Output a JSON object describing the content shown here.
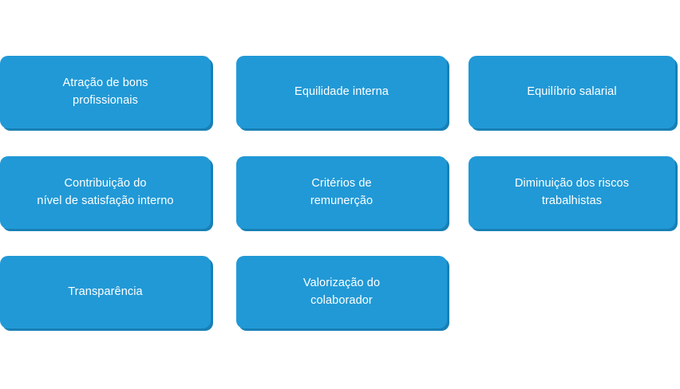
{
  "diagram": {
    "type": "grid-of-boxes",
    "columns": 3,
    "rows": 3,
    "colors": {
      "box_fill": "#2199d6",
      "box_shadow": "#1880b5",
      "text": "#ffffff",
      "background": "#ffffff"
    },
    "boxes": [
      {
        "id": "atracao-de-bons-profissionais",
        "row": 1,
        "col": 1,
        "label": "Atração de bons\nprofissionais"
      },
      {
        "id": "equilidade-interna",
        "row": 1,
        "col": 2,
        "label": "Equilidade interna"
      },
      {
        "id": "equilibrio-salarial",
        "row": 1,
        "col": 3,
        "label": "Equilíbrio salarial"
      },
      {
        "id": "contribuicao-nivel-satisfacao",
        "row": 2,
        "col": 1,
        "label": "Contribuição do\nnível de satisfação interno"
      },
      {
        "id": "criterios-de-remuneracao",
        "row": 2,
        "col": 2,
        "label": "Critérios de\nremunerção"
      },
      {
        "id": "diminuicao-riscos-trabalhistas",
        "row": 2,
        "col": 3,
        "label": "Diminuição dos riscos\ntrabalhistas"
      },
      {
        "id": "transparencia",
        "row": 3,
        "col": 1,
        "label": "Transparência"
      },
      {
        "id": "valorizacao-do-colaborador",
        "row": 3,
        "col": 2,
        "label": "Valorização do\ncolaborador"
      }
    ]
  }
}
